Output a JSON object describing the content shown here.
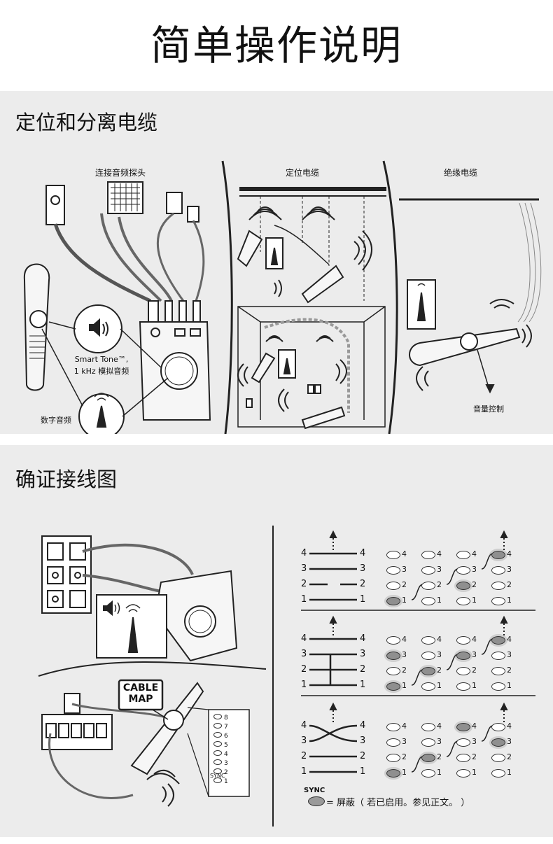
{
  "title": "简单操作说明",
  "section1": {
    "heading": "定位和分离电缆",
    "labels": {
      "connect_probe": "连接音频探头",
      "locate_cable": "定位电缆",
      "isolate_cable": "绝缘电缆",
      "smart_tone": "Smart Tone™,",
      "tone_1khz": "1 kHz 模拟音频",
      "digital_tone": "数字音频",
      "volume_control": "音量控制"
    }
  },
  "section2": {
    "heading": "确证接线图",
    "cable_map_line1": "CABLE",
    "cable_map_line2": "MAP",
    "led_labels": [
      "8",
      "7",
      "6",
      "5",
      "4",
      "3",
      "2",
      "1"
    ],
    "sync_label": "SYNC",
    "legend_title": "SYNC",
    "legend_text": "= 屏蔽（ 若已启用。参见正文。 ）",
    "wire_numbers": [
      "4",
      "3",
      "2",
      "1"
    ],
    "led_numbers": [
      "4",
      "3",
      "2",
      "1"
    ]
  }
}
